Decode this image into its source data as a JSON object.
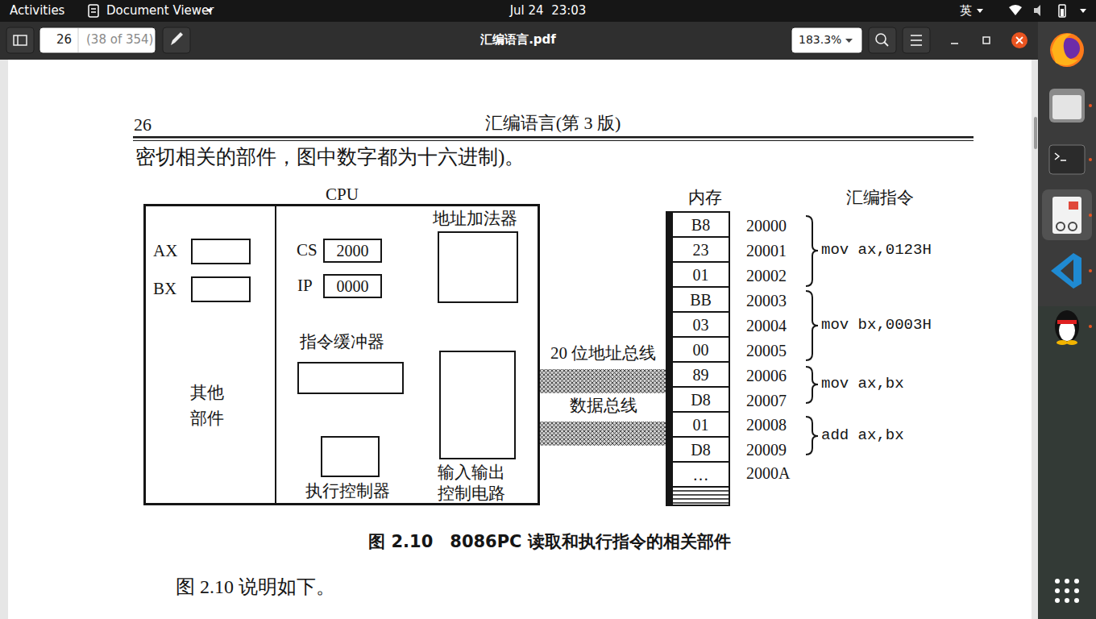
{
  "diagram": {
    "caption": "图 2.10　8086PC 读取和执行指令的相关部件",
    "nodes": [
      {
        "text": [
          "CPU"
        ]
      },
      {
        "text": [
          "其他 部件"
        ],
        "in": 0
      },
      {
        "text": [
          "AX"
        ],
        "in": 1
      },
      {
        "text": [
          "BX"
        ],
        "in": 1
      },
      {
        "text": [
          "CS",
          "2000"
        ],
        "in": 0
      },
      {
        "text": [
          "IP",
          "0000"
        ],
        "in": 0
      },
      {
        "text": [
          "地址加法器"
        ],
        "in": 0
      },
      {
        "text": [
          "指令缓冲器"
        ],
        "in": 0
      },
      {
        "text": [
          "执行控制器"
        ],
        "in": 0
      },
      {
        "text": [
          "输入输出 控制电路"
        ],
        "in": 0
      },
      {
        "text": [
          "内存"
        ]
      },
      {
        "text": [
          "B8"
        ],
        "in": 10
      },
      {
        "text": [
          "23"
        ],
        "in": 10
      },
      {
        "text": [
          "01"
        ],
        "in": 10
      },
      {
        "text": [
          "BB"
        ],
        "in": 10
      },
      {
        "text": [
          "03"
        ],
        "in": 10
      },
      {
        "text": [
          "00"
        ],
        "in": 10
      },
      {
        "text": [
          "89"
        ],
        "in": 10
      },
      {
        "text": [
          "D8"
        ],
        "in": 10
      },
      {
        "text": [
          "01"
        ],
        "in": 10
      },
      {
        "text": [
          "D8"
        ],
        "in": 10
      },
      {
        "text": [
          "…"
        ],
        "in": 10
      }
    ],
    "edges": [
      {
        "from": 4,
        "to": 6,
        "arrow": "to"
      },
      {
        "from": 5,
        "to": 6,
        "arrow": "to"
      },
      {
        "from": 6,
        "to": 9,
        "arrow": "to"
      },
      {
        "from": 9,
        "to": 7,
        "arrow": "to"
      },
      {
        "from": 7,
        "to": 8,
        "arrow": "to"
      },
      {
        "from": 9,
        "to": 10,
        "label": "20 位地址总线",
        "arrow": "none"
      },
      {
        "from": 9,
        "to": 10,
        "label": "数据总线",
        "arrow": "none"
      }
    ],
    "labels": [
      "Activities",
      "Document Viewer",
      "Jul 24  23:03",
      "英",
      "26",
      "(38 of 354)",
      "汇编语言.pdf",
      "183.3%",
      "26",
      "汇编语言(第 3 版)",
      "密切相关的部件，图中数字都为十六进制)。",
      "汇编指令",
      "20000",
      "20001",
      "20002",
      "20003",
      "20004",
      "20005",
      "20006",
      "20007",
      "20008",
      "20009",
      "2000A",
      "mov ax,0123H",
      "mov bx,0003H",
      "mov ax,bx",
      "add ax,bx",
      "图 2.10 说明如下。"
    ]
  }
}
